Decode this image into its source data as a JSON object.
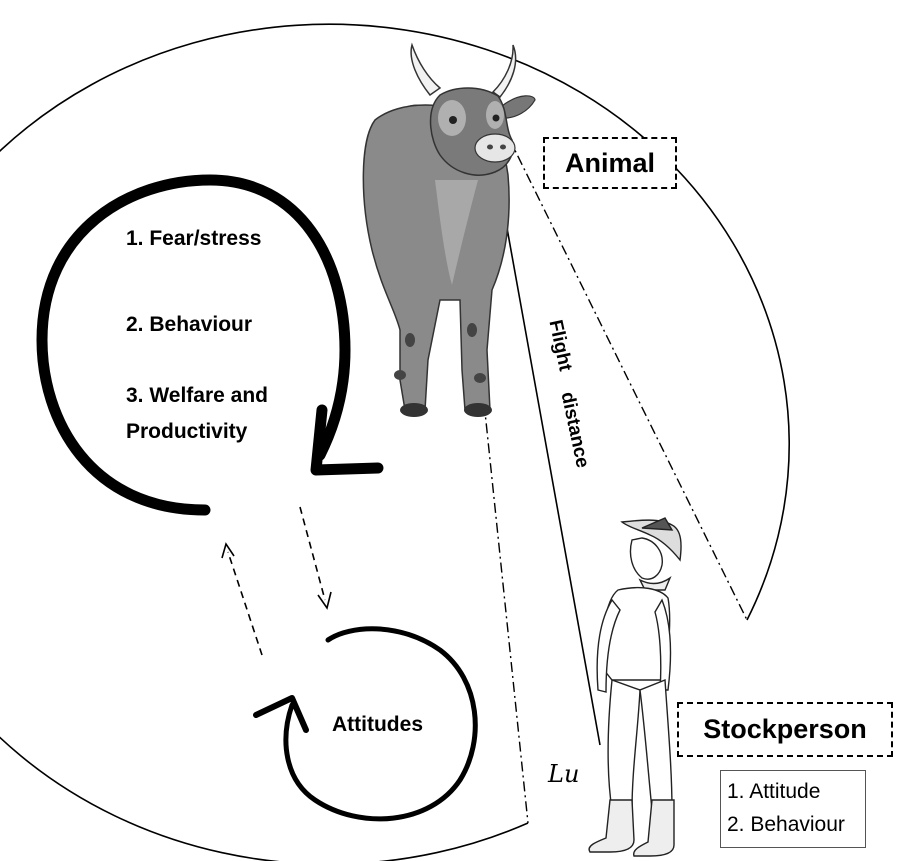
{
  "animal": {
    "label": "Animal"
  },
  "stockperson": {
    "label": "Stockperson",
    "items": [
      "1. Attitude",
      "2. Behaviour"
    ]
  },
  "cycle": {
    "items": [
      "1. Fear/stress",
      "2. Behaviour",
      "3. Welfare and",
      "Productivity"
    ]
  },
  "attitudes": {
    "label": "Attitudes"
  },
  "flight_distance": {
    "line1": "Flight",
    "line2": "distance"
  },
  "signature": {
    "text": "Lu"
  },
  "colors": {
    "ink": "#000000",
    "cow_body": "#8a8a8a",
    "cow_dark": "#5e5e5e",
    "background": "#ffffff"
  }
}
